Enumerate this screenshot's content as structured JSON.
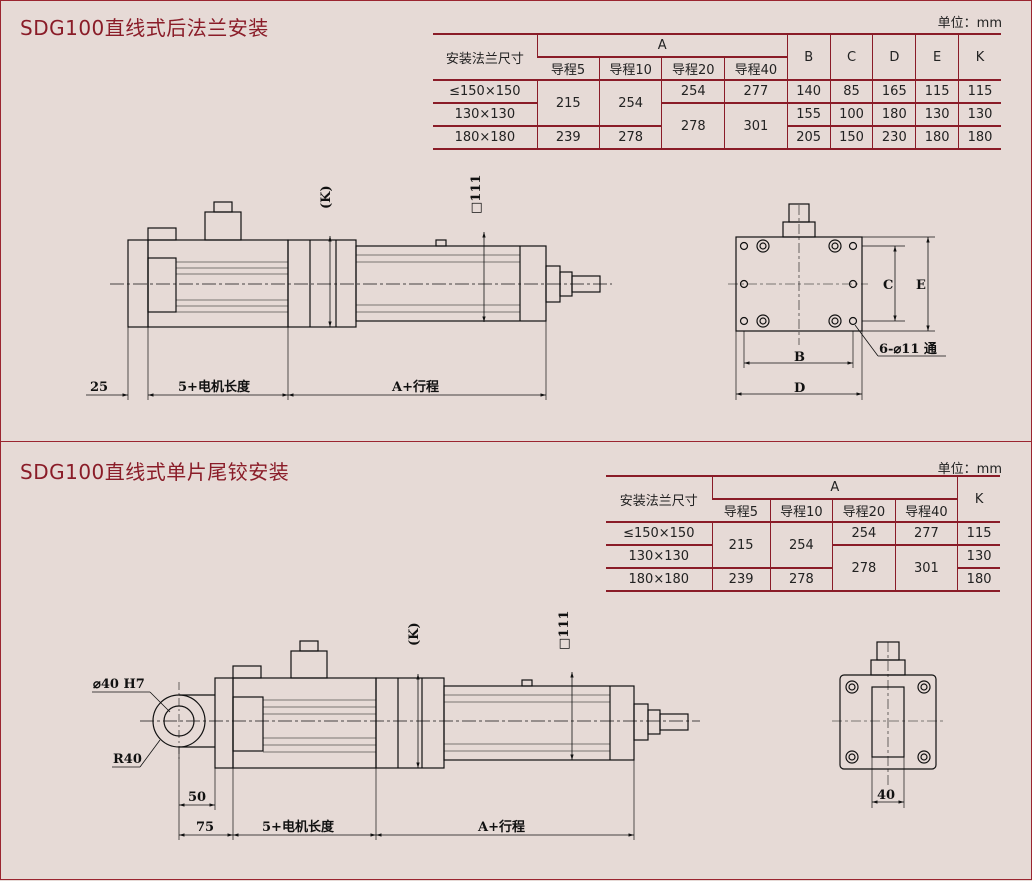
{
  "section1": {
    "title": "SDG100直线式后法兰安装",
    "unit": "单位：mm",
    "table": {
      "h_size": "安装法兰尺寸",
      "h_a": "A",
      "h_b": "B",
      "h_c": "C",
      "h_d": "D",
      "h_e": "E",
      "h_k": "K",
      "strokes": [
        "导程5",
        "导程10",
        "导程20",
        "导程40"
      ],
      "rows": [
        {
          "size": "≤150×150",
          "b": "140",
          "c": "85",
          "d": "165",
          "e": "115",
          "k": "115"
        },
        {
          "size": "130×130",
          "b": "155",
          "c": "100",
          "d": "180",
          "e": "130",
          "k": "130"
        },
        {
          "size": "180×180",
          "b": "205",
          "c": "150",
          "d": "230",
          "e": "180",
          "k": "180"
        }
      ],
      "a_r12_l5": "215",
      "a_r12_l10": "254",
      "a_r1_l20": "254",
      "a_r1_l40": "277",
      "a_r23_l20": "278",
      "a_r23_l40": "301",
      "a_r3_l5": "239",
      "a_r3_l10": "278"
    },
    "drawing": {
      "dim_k": "(K)",
      "dim_111": "□111",
      "dim_25": "25",
      "dim_motor": "5+电机长度",
      "dim_stroke": "A+行程",
      "dim_c": "C",
      "dim_e": "E",
      "dim_b": "B",
      "dim_d": "D",
      "hole_note": "6-⌀11 通"
    }
  },
  "section2": {
    "title": "SDG100直线式单片尾铰安装",
    "unit": "单位：mm",
    "table": {
      "h_size": "安装法兰尺寸",
      "h_a": "A",
      "h_k": "K",
      "strokes": [
        "导程5",
        "导程10",
        "导程20",
        "导程40"
      ],
      "rows": [
        {
          "size": "≤150×150",
          "k": "115"
        },
        {
          "size": "130×130",
          "k": "130"
        },
        {
          "size": "180×180",
          "k": "180"
        }
      ],
      "a_r12_l5": "215",
      "a_r12_l10": "254",
      "a_r1_l20": "254",
      "a_r1_l40": "277",
      "a_r23_l20": "278",
      "a_r23_l40": "301",
      "a_r3_l5": "239",
      "a_r3_l10": "278"
    },
    "drawing": {
      "dim_bore": "⌀40 H7",
      "dim_r40": "R40",
      "dim_k": "(K)",
      "dim_111": "□111",
      "dim_50": "50",
      "dim_75": "75",
      "dim_motor": "5+电机长度",
      "dim_stroke": "A+行程",
      "dim_40": "40"
    }
  }
}
